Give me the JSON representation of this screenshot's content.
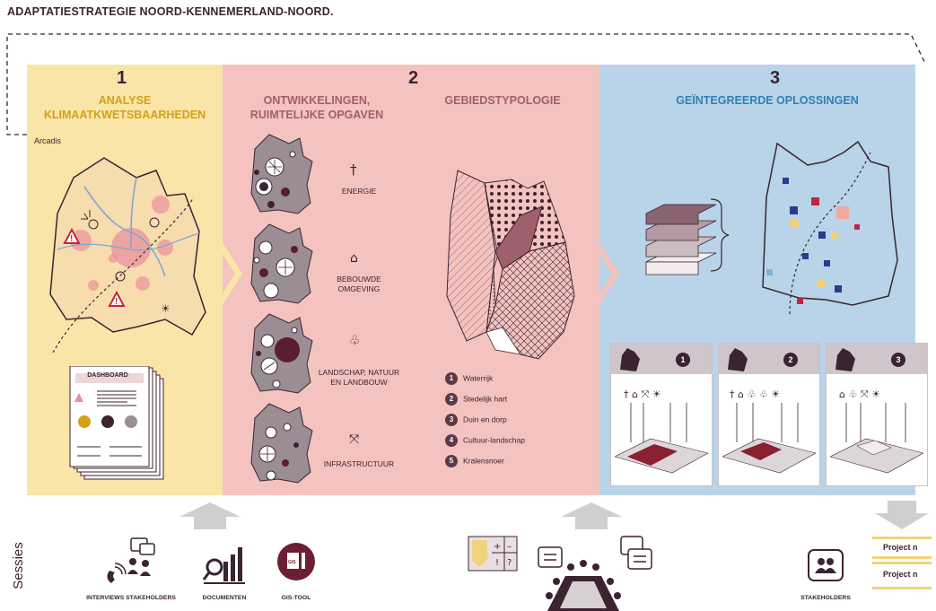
{
  "title": "ADAPTATIESTRATEGIE NOORD-KENNEMERLAND-NOORD.",
  "panel1": {
    "number": "1",
    "heading_line1": "ANALYSE",
    "heading_line2": "KLIMAATKWETSBAARHEDEN",
    "source": "Arcadis",
    "dashboard_label": "DASHBOARD"
  },
  "panel2": {
    "number": "2",
    "heading_left_line1": "ONTWIKKELINGEN,",
    "heading_left_line2": "RUIMTELIJKE OPGAVEN",
    "heading_right": "GEBIEDSTYPOLOGIE",
    "categories": [
      {
        "line1": "ENERGIE",
        "line2": "",
        "icon": "wind-turbine-icon"
      },
      {
        "line1": "BEBOUWDE",
        "line2": "OMGEVING",
        "icon": "house-icon"
      },
      {
        "line1": "LANDSCHAP, NATUUR",
        "line2": "EN LANDBOUW",
        "icon": "tree-icon"
      },
      {
        "line1": "INFRASTRUCTUUR",
        "line2": "",
        "icon": "crossroads-icon"
      }
    ],
    "typology": [
      {
        "num": "1",
        "label": "Waterrijk"
      },
      {
        "num": "2",
        "label": "Stedelijk hart"
      },
      {
        "num": "3",
        "label": "Duin en dorp"
      },
      {
        "num": "4",
        "label": "Cultuur-landschap"
      },
      {
        "num": "5",
        "label": "Kralensnoer"
      }
    ]
  },
  "panel3": {
    "number": "3",
    "heading": "GEÏNTEGREERDE OPLOSSINGEN",
    "cards": [
      {
        "num": "1"
      },
      {
        "num": "2"
      },
      {
        "num": "3"
      }
    ]
  },
  "bottom": {
    "side_label": "Sessies",
    "items": [
      {
        "label": "INTERVIEWS STAKEHOLDERS",
        "icon": "interview-icon"
      },
      {
        "label": "DOCUMENTEN",
        "icon": "document-chart-icon"
      },
      {
        "label": "GIS-TOOL",
        "icon": "gis-tool-icon"
      },
      {
        "label": "STAKEHOLDERS",
        "icon": "stakeholders-icon"
      }
    ],
    "projects": [
      "Project n",
      "Project n"
    ],
    "workshop_symbols": [
      "+",
      "–",
      "!",
      "?"
    ]
  },
  "colors": {
    "panel1": "#fae5a8",
    "panel2": "#f4c3bf",
    "panel3": "#b9d4e8",
    "accent_gold": "#d4a017",
    "accent_mauve": "#a0606b",
    "accent_blue": "#2f7fb5",
    "dark": "#3b2330",
    "map_grey": "#9a8d94"
  }
}
